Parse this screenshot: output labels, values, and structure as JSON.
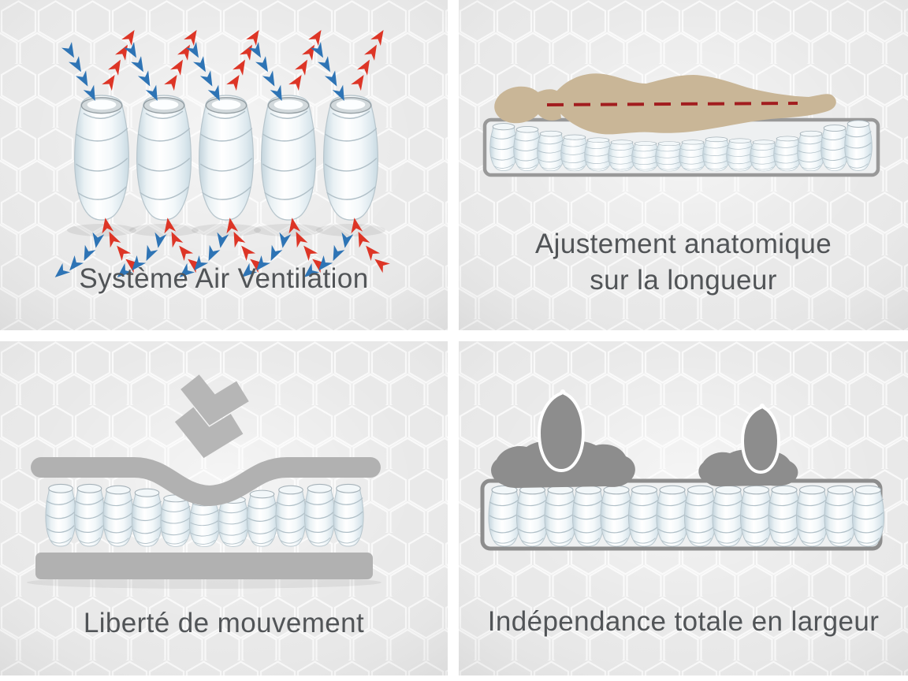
{
  "panels": [
    {
      "id": "air-ventilation",
      "caption": "Système Air Ventilation"
    },
    {
      "id": "anatomic-adjustment",
      "caption_line1": "Ajustement anatomique",
      "caption_line2": "sur la longueur"
    },
    {
      "id": "freedom-of-movement",
      "caption": "Liberté de mouvement"
    },
    {
      "id": "width-independence",
      "caption": "Indépendance totale en largeur"
    }
  ],
  "springs": {
    "air_ventilation": 5,
    "anatomic": 16,
    "movement": 11,
    "independence": 14
  },
  "colors": {
    "page_background": "#ffffff",
    "panel_background": "#e9e9e9",
    "caption_text": "#515457",
    "cool_air_blue": "#2e74b5",
    "warm_air_red": "#dd3526",
    "spine_dash_red": "#a21d1f",
    "body_tan": "#c9b697",
    "figure_gray": "#8d8d8d",
    "layer_gray": "#b1b1b1",
    "mattress_border_gray": "#999999",
    "spring_shade": "#cfdfe7"
  },
  "icons": {
    "spring": "spiral pocket-spring barrel",
    "cool_air_arrow": "blue dashed chevron arrow",
    "warm_air_arrow": "red dashed chevron arrow",
    "pressure_arrow": "gray double-chevron pressing down",
    "sleeper_silhouette": "tan lying body with red spine dashes",
    "sleeper_figure": "gray body with white-outlined head",
    "hexagon_pattern": "faint white honeycomb outlines"
  }
}
